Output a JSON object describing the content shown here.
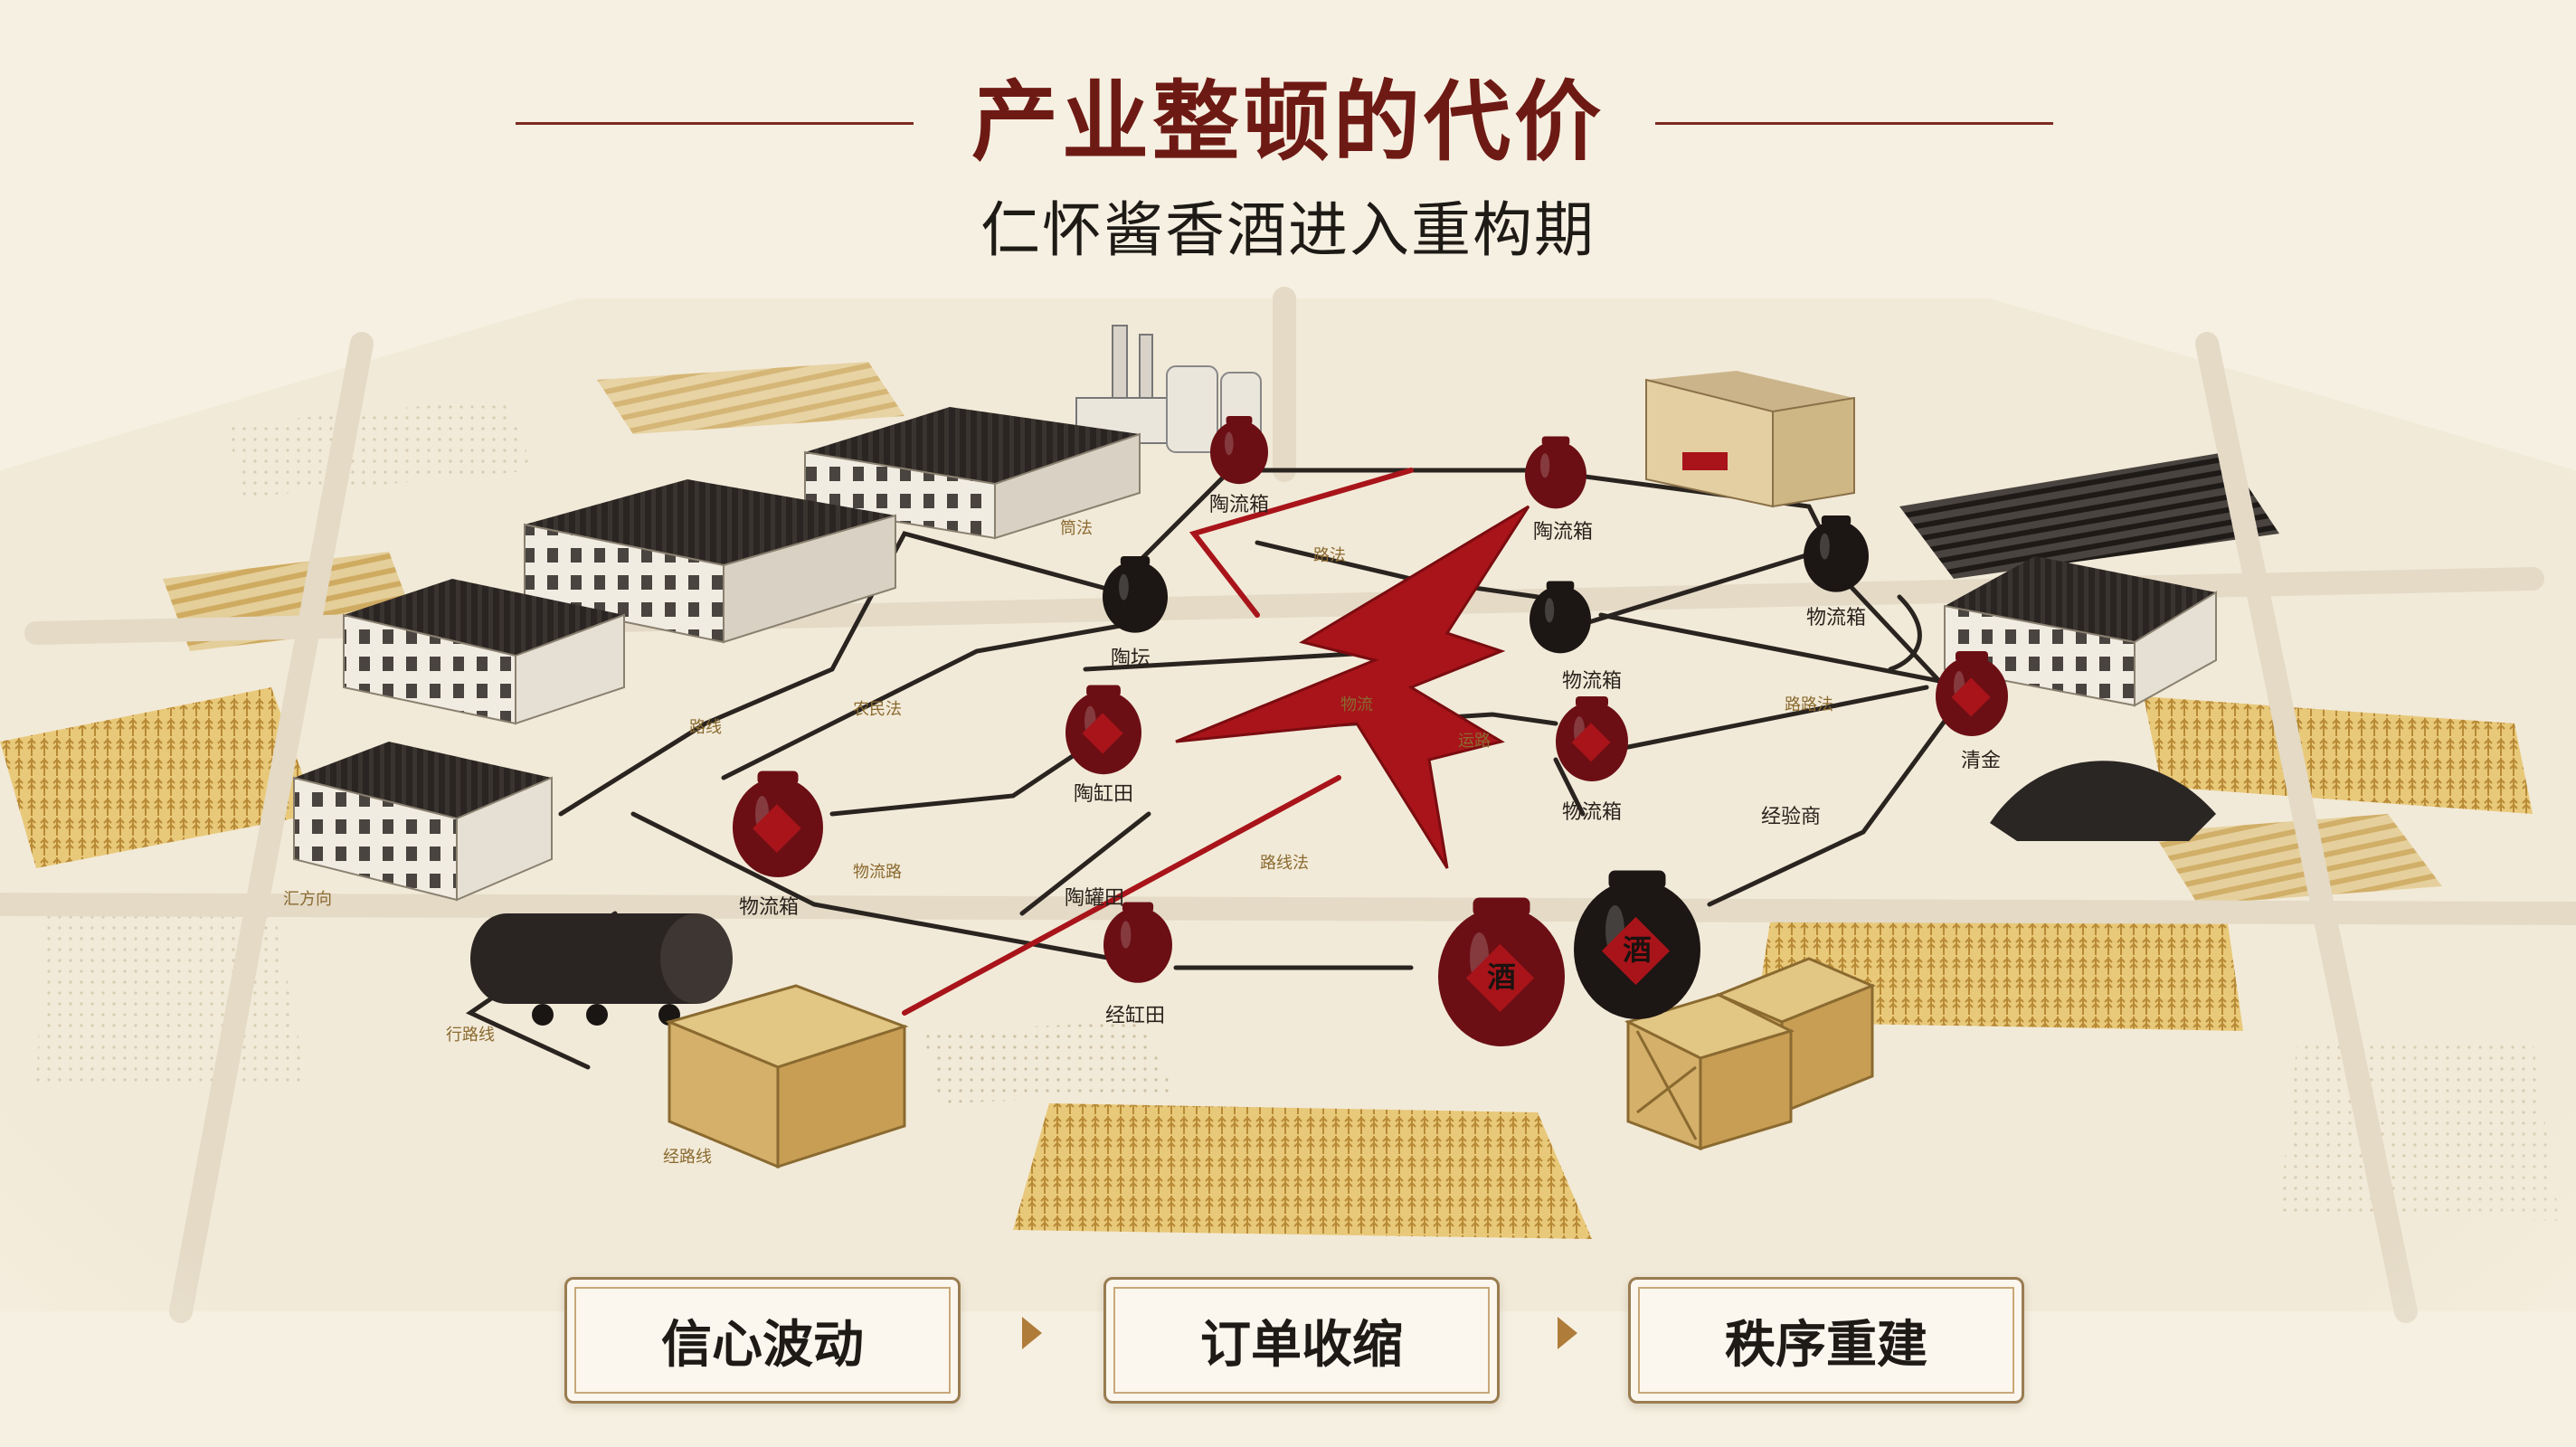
{
  "header": {
    "title": "产业整顿的代价",
    "subtitle": "仁怀酱香酒进入重构期"
  },
  "map": {
    "node_labels": [
      "陶流箱",
      "陶流箱",
      "陶坛",
      "物流箱",
      "物流箱",
      "陶缸田",
      "陶罐田",
      "物流箱",
      "物流箱",
      "经缸田",
      "清金",
      "经验商"
    ],
    "route_labels": [
      "筒法",
      "路法",
      "物流",
      "路线",
      "农民法",
      "物流路",
      "路线法",
      "运路",
      "路路法",
      "汇方向",
      "行路线",
      "经路线"
    ],
    "jar_mark": "酒",
    "colors": {
      "accent_red": "#a8141a",
      "jar_red": "#6b0f14",
      "jar_black": "#1c1614",
      "grain": "#c9a04c",
      "crate": "#d4b06a"
    }
  },
  "flow": {
    "steps": [
      "信心波动",
      "订单收缩",
      "秩序重建"
    ],
    "arrow_icon": "triangle-right-icon"
  }
}
